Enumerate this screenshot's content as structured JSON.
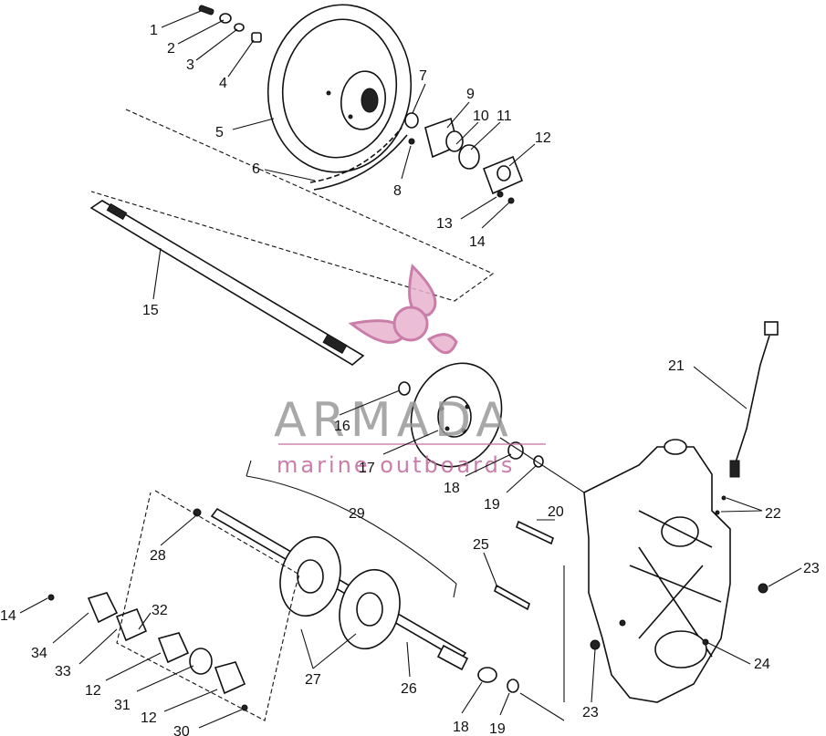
{
  "watermark": {
    "title": "ARMADA",
    "subtitle": "marine outboards",
    "brand_color": "#c2679b",
    "text_color": "#9a9a9a"
  },
  "callouts": [
    "1",
    "2",
    "3",
    "4",
    "5",
    "6",
    "7",
    "8",
    "9",
    "10",
    "11",
    "12",
    "13",
    "14",
    "15",
    "16",
    "17",
    "18",
    "19",
    "20",
    "21",
    "22",
    "23",
    "24",
    "25",
    "26",
    "27",
    "28",
    "29",
    "30",
    "31",
    "32",
    "33",
    "34",
    "14",
    "12",
    "12",
    "18",
    "19",
    "23"
  ]
}
